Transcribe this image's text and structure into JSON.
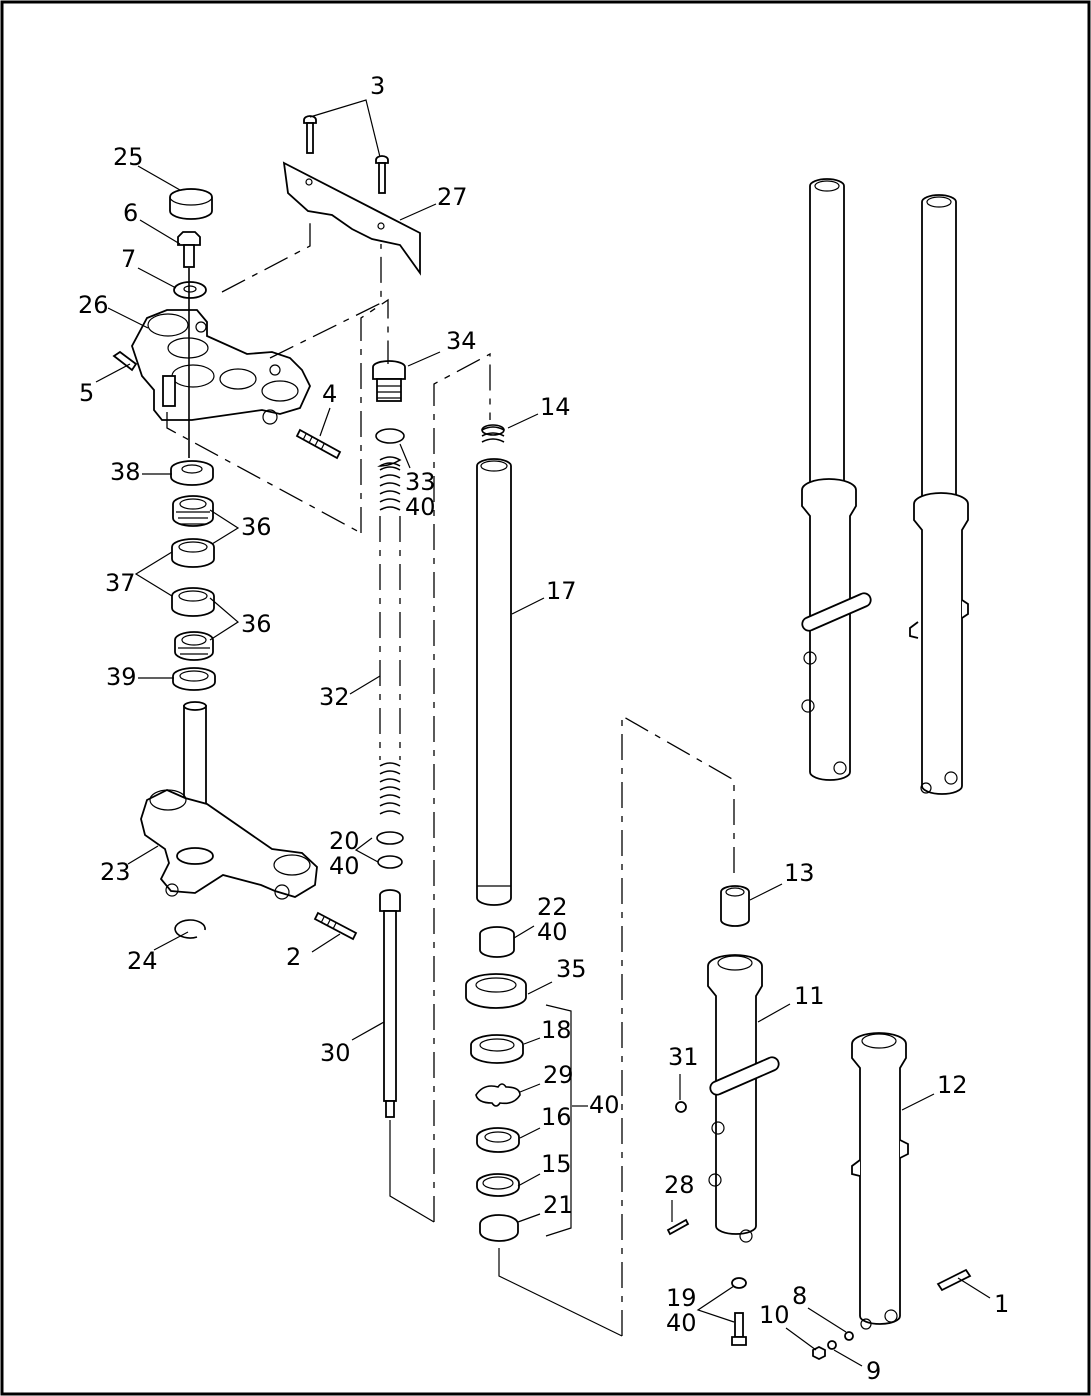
{
  "callouts": {
    "c1": "1",
    "c2": "2",
    "c3": "3",
    "c4": "4",
    "c5": "5",
    "c6": "6",
    "c7": "7",
    "c8": "8",
    "c9": "9",
    "c10": "10",
    "c11": "11",
    "c12": "12",
    "c13": "13",
    "c14": "14",
    "c15": "15",
    "c16": "16",
    "c17": "17",
    "c18": "18",
    "c19": "19",
    "c19b": "40",
    "c20": "20",
    "c20b": "40",
    "c21": "21",
    "c22": "22",
    "c22b": "40",
    "c23": "23",
    "c24": "24",
    "c25": "25",
    "c26": "26",
    "c27": "27",
    "c28": "28",
    "c29": "29",
    "c30": "30",
    "c31": "31",
    "c32": "32",
    "c33": "33",
    "c33b": "40",
    "c34": "34",
    "c35": "35",
    "c36a": "36",
    "c36b": "36",
    "c37": "37",
    "c38": "38",
    "c39": "39",
    "c40": "40"
  }
}
